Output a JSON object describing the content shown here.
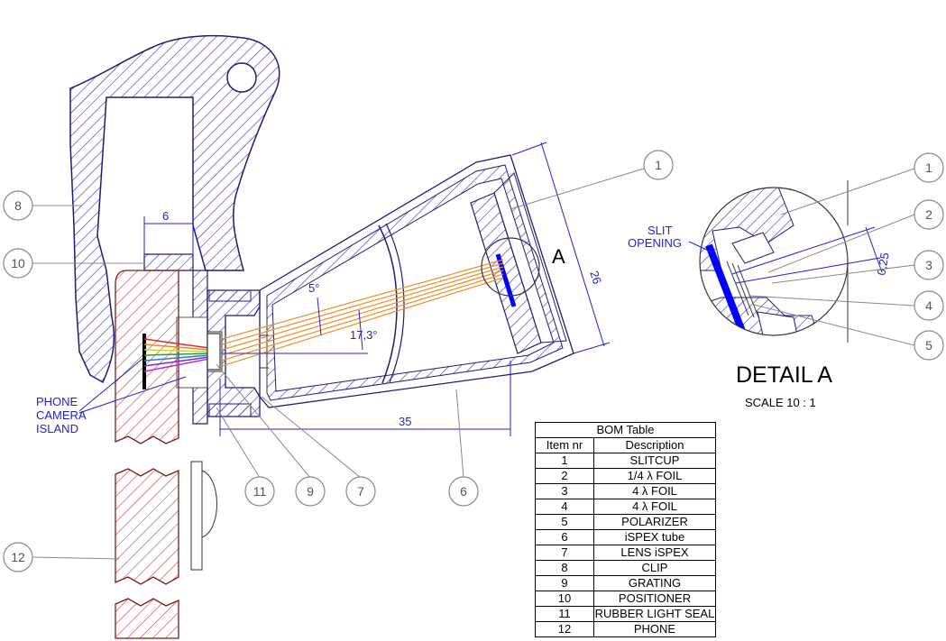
{
  "balloons": [
    {
      "num": "1"
    },
    {
      "num": "1"
    },
    {
      "num": "2"
    },
    {
      "num": "3"
    },
    {
      "num": "4"
    },
    {
      "num": "5"
    },
    {
      "num": "6"
    },
    {
      "num": "7"
    },
    {
      "num": "8"
    },
    {
      "num": "9"
    },
    {
      "num": "10"
    },
    {
      "num": "11"
    },
    {
      "num": "12"
    }
  ],
  "dimensions": {
    "d6": "6",
    "d26": "26",
    "d35": "35",
    "d025": "0,25",
    "angle5": "5°",
    "angle173": "17,3°"
  },
  "labels": {
    "phone_camera_island": [
      "PHONE",
      "CAMERA",
      "ISLAND"
    ],
    "slit_opening": [
      "SLIT",
      "OPENING"
    ],
    "detail_callout": "A",
    "detail_title": "DETAIL A",
    "detail_scale": "SCALE 10 : 1"
  },
  "bom": {
    "title": "BOM Table",
    "headers": [
      "Item nr",
      "Description"
    ],
    "rows": [
      [
        "1",
        "SLITCUP"
      ],
      [
        "2",
        "1/4 λ FOIL"
      ],
      [
        "3",
        "4 λ FOIL"
      ],
      [
        "4",
        "4 λ FOIL"
      ],
      [
        "5",
        "POLARIZER"
      ],
      [
        "6",
        "iSPEX tube"
      ],
      [
        "7",
        "LENS iSPEX"
      ],
      [
        "8",
        "CLIP"
      ],
      [
        "9",
        "GRATING"
      ],
      [
        "10",
        "POSITIONER"
      ],
      [
        "11",
        "RUBBER LIGHT SEAL"
      ],
      [
        "12",
        "PHONE"
      ]
    ]
  },
  "colors": {
    "section_hatch": "#3a3ad0",
    "phone_hatch": "#d03a3a",
    "dimension": "#1f1fd6",
    "balloon": "#888888",
    "rays": "#f08c28"
  }
}
